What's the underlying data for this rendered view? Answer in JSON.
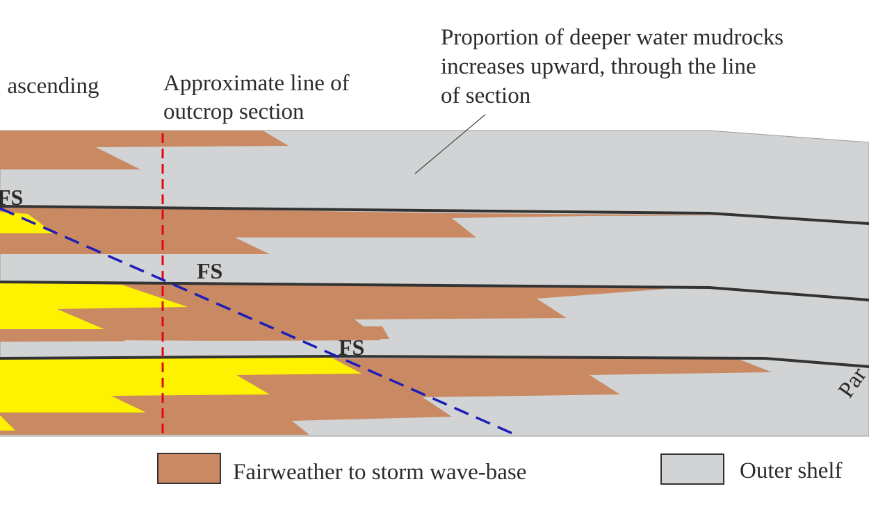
{
  "annotations": {
    "ascending_fragment": ", ascending",
    "outcrop_line": [
      "Approximate line of",
      "outcrop section"
    ],
    "mudrock_proportion": [
      "Proportion of deeper water mudrocks",
      "increases upward, through the line",
      "of section"
    ],
    "edge_fragment": "Par"
  },
  "surfaces": {
    "fs_upper": "FS",
    "fs_middle": "FS",
    "fs_lower": "FS"
  },
  "legend": {
    "fairweather": "Fairweather to storm wave-base",
    "outer_shelf": "Outer shelf"
  },
  "colors": {
    "outer_shelf": "#d1d3d4",
    "fairweather": "#c98a63",
    "shoreface": "#fff200",
    "outcrop_line": "#e30613",
    "trajectory_line": "#1d1db8",
    "flooding_surface": "#333333"
  }
}
